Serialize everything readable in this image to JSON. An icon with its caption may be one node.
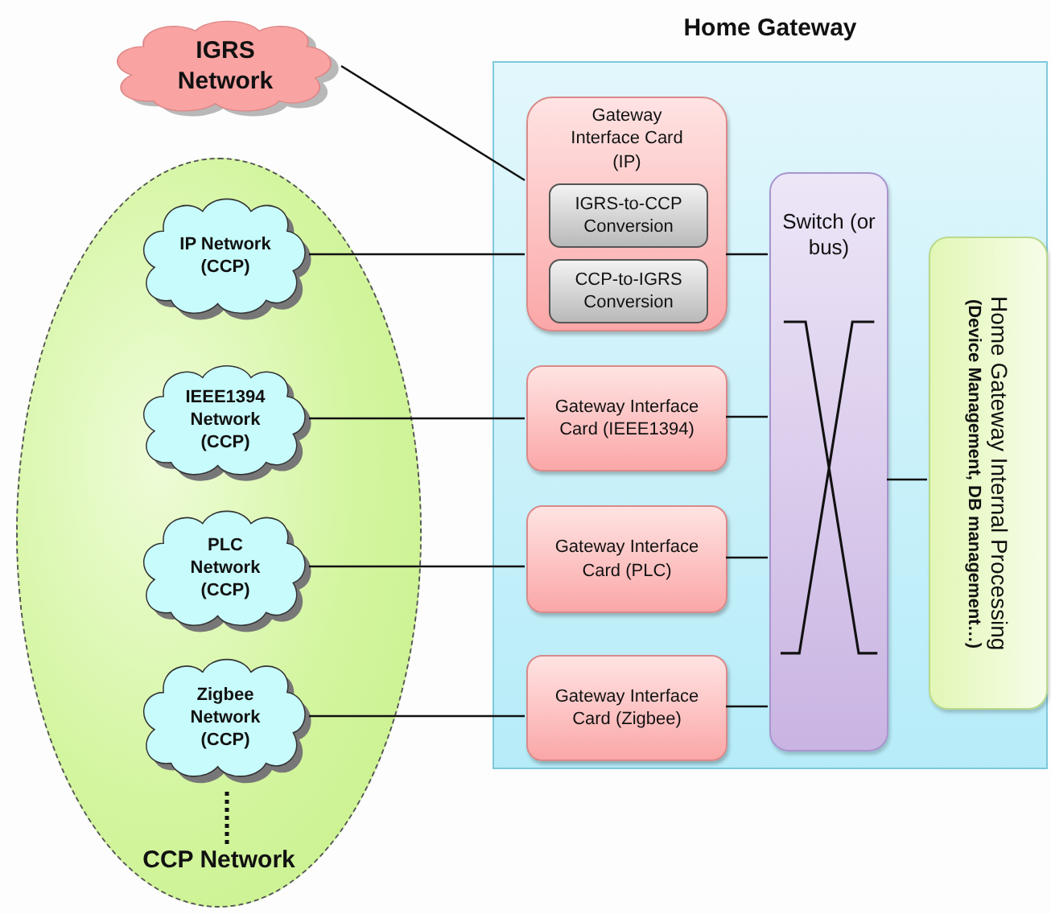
{
  "diagram": {
    "nodes": [
      {
        "text": [
          "IGRS Network"
        ]
      },
      {
        "text": [
          "CCP Network"
        ]
      },
      {
        "text": [
          "IP Network (CCP)"
        ],
        "in": 1
      },
      {
        "text": [
          "IEEE1394 Network (CCP)"
        ],
        "in": 1
      },
      {
        "text": [
          "PLC Network (CCP)"
        ],
        "in": 1
      },
      {
        "text": [
          "Zigbee Network (CCP)"
        ],
        "in": 1
      },
      {
        "text": [
          "Home Gateway"
        ]
      },
      {
        "text": [
          "Gateway Interface Card (IP)"
        ],
        "in": 6
      },
      {
        "text": [
          "IGRS-to-CCP Conversion"
        ],
        "in": 7
      },
      {
        "text": [
          "CCP-to-IGRS Conversion"
        ],
        "in": 7
      },
      {
        "text": [
          "Gateway Interface Card (IEEE1394)"
        ],
        "in": 6
      },
      {
        "text": [
          "Gateway Interface Card (PLC)"
        ],
        "in": 6
      },
      {
        "text": [
          "Gateway Interface Card (Zigbee)"
        ],
        "in": 6
      },
      {
        "text": [
          "Switch (or bus)"
        ],
        "in": 6
      },
      {
        "text": [
          "Home Gateway Internal Processing",
          "(Device Management, DB management…)"
        ],
        "in": 6
      }
    ],
    "edges": [
      {
        "from": 0,
        "to": 7,
        "arrow": "none"
      },
      {
        "from": 2,
        "to": 7,
        "arrow": "none"
      },
      {
        "from": 3,
        "to": 10,
        "arrow": "none"
      },
      {
        "from": 4,
        "to": 11,
        "arrow": "none"
      },
      {
        "from": 5,
        "to": 12,
        "arrow": "none"
      },
      {
        "from": 7,
        "to": 13,
        "arrow": "none"
      },
      {
        "from": 10,
        "to": 13,
        "arrow": "none"
      },
      {
        "from": 11,
        "to": 13,
        "arrow": "none"
      },
      {
        "from": 12,
        "to": 13,
        "arrow": "none"
      },
      {
        "from": 13,
        "to": 14,
        "arrow": "none"
      }
    ]
  }
}
